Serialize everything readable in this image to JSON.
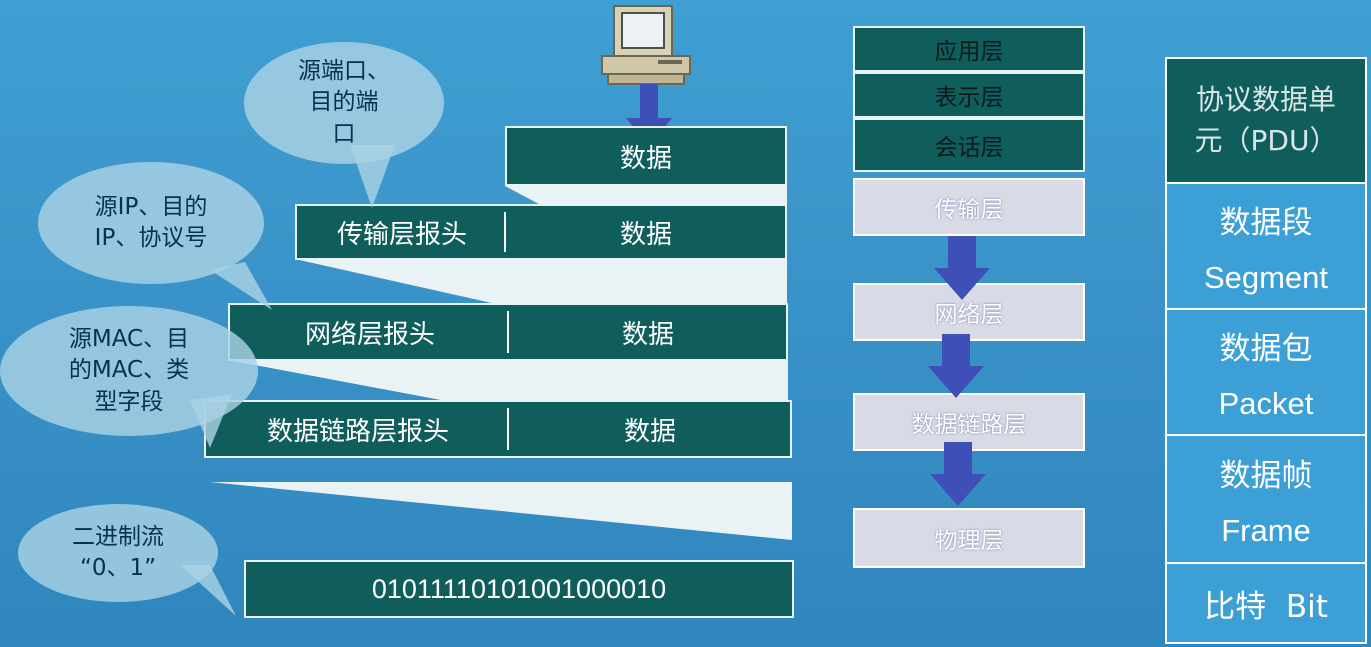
{
  "encapsulation": {
    "data_label": "数据",
    "transport_header": "传输层报头",
    "network_header": "网络层报头",
    "datalink_header": "数据链路层报头",
    "bitstream": "01011110101001000010"
  },
  "bubbles": {
    "ports": "源端口、\n目的端\n口",
    "ip": "源IP、目的\nIP、协议号",
    "mac": "源MAC、目\n的MAC、类\n型字段",
    "binary": "二进制流\n“0、1”"
  },
  "osi_layers": {
    "application": "应用层",
    "presentation": "表示层",
    "session": "会话层",
    "transport": "传输层",
    "network": "网络层",
    "datalink": "数据链路层",
    "physical": "物理层"
  },
  "pdu": {
    "header": "协议数据单\n元（PDU）",
    "segment_zh": "数据段",
    "segment_en": "Segment",
    "packet_zh": "数据包",
    "packet_en": "Packet",
    "frame_zh": "数据帧",
    "frame_en": "Frame",
    "bit": "比特  Bit"
  },
  "colors": {
    "bar_fill": "#0f5e5c",
    "background": "#3a93c8",
    "arrow": "#3f4fb8",
    "pdu_header": "#0f5e5c"
  }
}
